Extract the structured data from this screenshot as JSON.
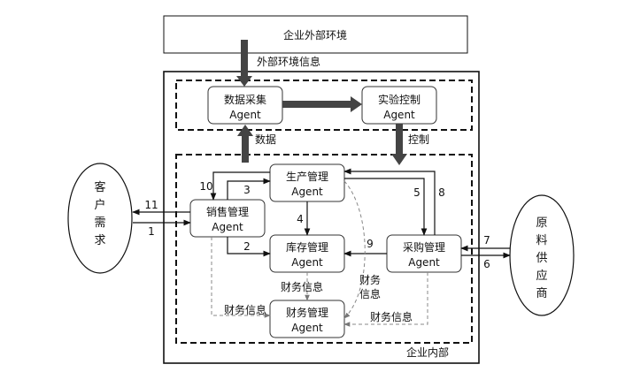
{
  "external_env": "企业外部环境",
  "external_info": "外部环境信息",
  "data_collect": {
    "line1": "数据采集",
    "line2": "Agent"
  },
  "experiment_control": {
    "line1": "实验控制",
    "line2": "Agent"
  },
  "data_label": "数据",
  "control_label": "控制",
  "production": {
    "line1": "生产管理",
    "line2": "Agent"
  },
  "sales": {
    "line1": "销售管理",
    "line2": "Agent"
  },
  "inventory": {
    "line1": "库存管理",
    "line2": "Agent"
  },
  "purchasing": {
    "line1": "采购管理",
    "line2": "Agent"
  },
  "finance": {
    "line1": "财务管理",
    "line2": "Agent"
  },
  "customer": [
    "客",
    "户",
    "需",
    "求"
  ],
  "supplier": [
    "原",
    "料",
    "供",
    "应",
    "商"
  ],
  "enterprise_inside": "企业内部",
  "fin_info_inventory": "财务信息",
  "fin_info_prod": [
    "财务",
    "信息"
  ],
  "fin_info_sales": "财务信息",
  "fin_info_purchase": "财务信息",
  "numbers": {
    "n1": "1",
    "n2": "2",
    "n3": "3",
    "n4": "4",
    "n5": "5",
    "n6": "6",
    "n7": "7",
    "n8": "8",
    "n9": "9",
    "n10": "10",
    "n11": "11"
  }
}
